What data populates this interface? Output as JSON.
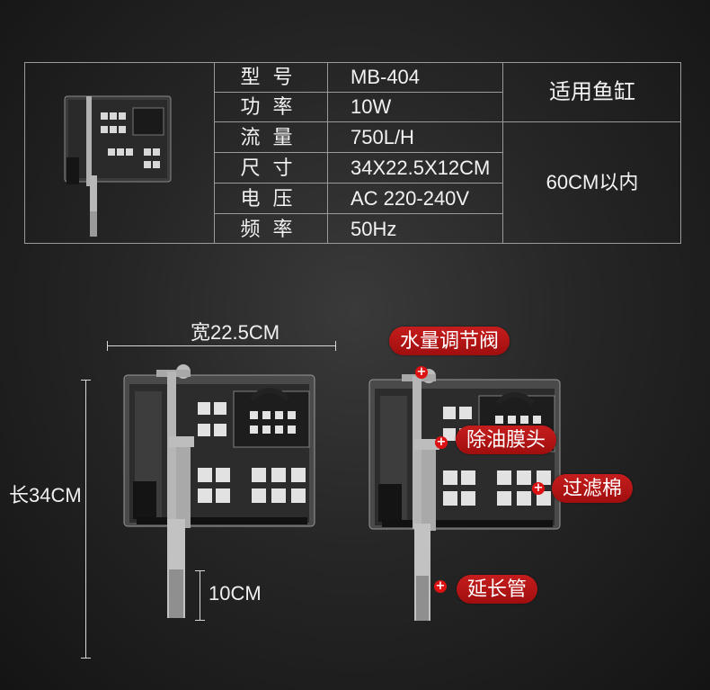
{
  "spec_table": {
    "rows": [
      {
        "label": "型号",
        "value": "MB-404"
      },
      {
        "label": "功率",
        "value": "10W"
      },
      {
        "label": "流量",
        "value": "750L/H"
      },
      {
        "label": "尺寸",
        "value": "34X22.5X12CM"
      },
      {
        "label": "电压",
        "value": "AC 220-240V"
      },
      {
        "label": "频率",
        "value": "50Hz"
      }
    ],
    "suitable_header": "适用鱼缸",
    "suitable_value": "60CM以内"
  },
  "dimensions": {
    "width": "宽22.5CM",
    "length": "长34CM",
    "pipe": "10CM"
  },
  "parts": {
    "flow_valve": "水量调节阀",
    "oil_remover": "除油膜头",
    "filter_cotton": "过滤棉",
    "extension_pipe": "延长管"
  },
  "colors": {
    "tag_red": "#b31515",
    "background": "#262626"
  }
}
